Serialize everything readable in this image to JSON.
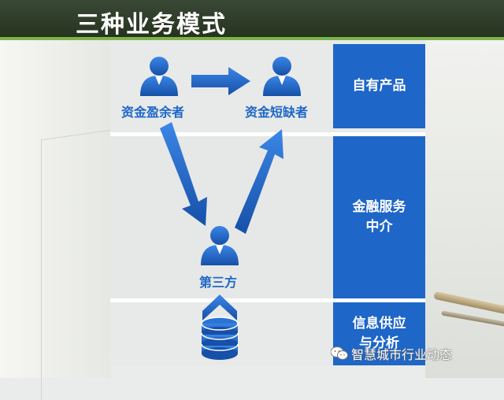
{
  "slide": {
    "title": "三种业务模式"
  },
  "diagram": {
    "nodes": {
      "surplus": "资金盈余者",
      "deficit": "资金短缺者",
      "third_party": "第三方"
    },
    "columns": [
      {
        "label": "自有产品"
      },
      {
        "label": "金融服务\n中介"
      },
      {
        "label": "信息供应\n与分析"
      }
    ]
  },
  "watermark": {
    "text": "智慧城市行业动态",
    "icon": "wechat-icon"
  },
  "colors": {
    "accent_blue": "#1e66c8",
    "title_bar": "#26331f",
    "title_accent_line": "#7db34a"
  }
}
